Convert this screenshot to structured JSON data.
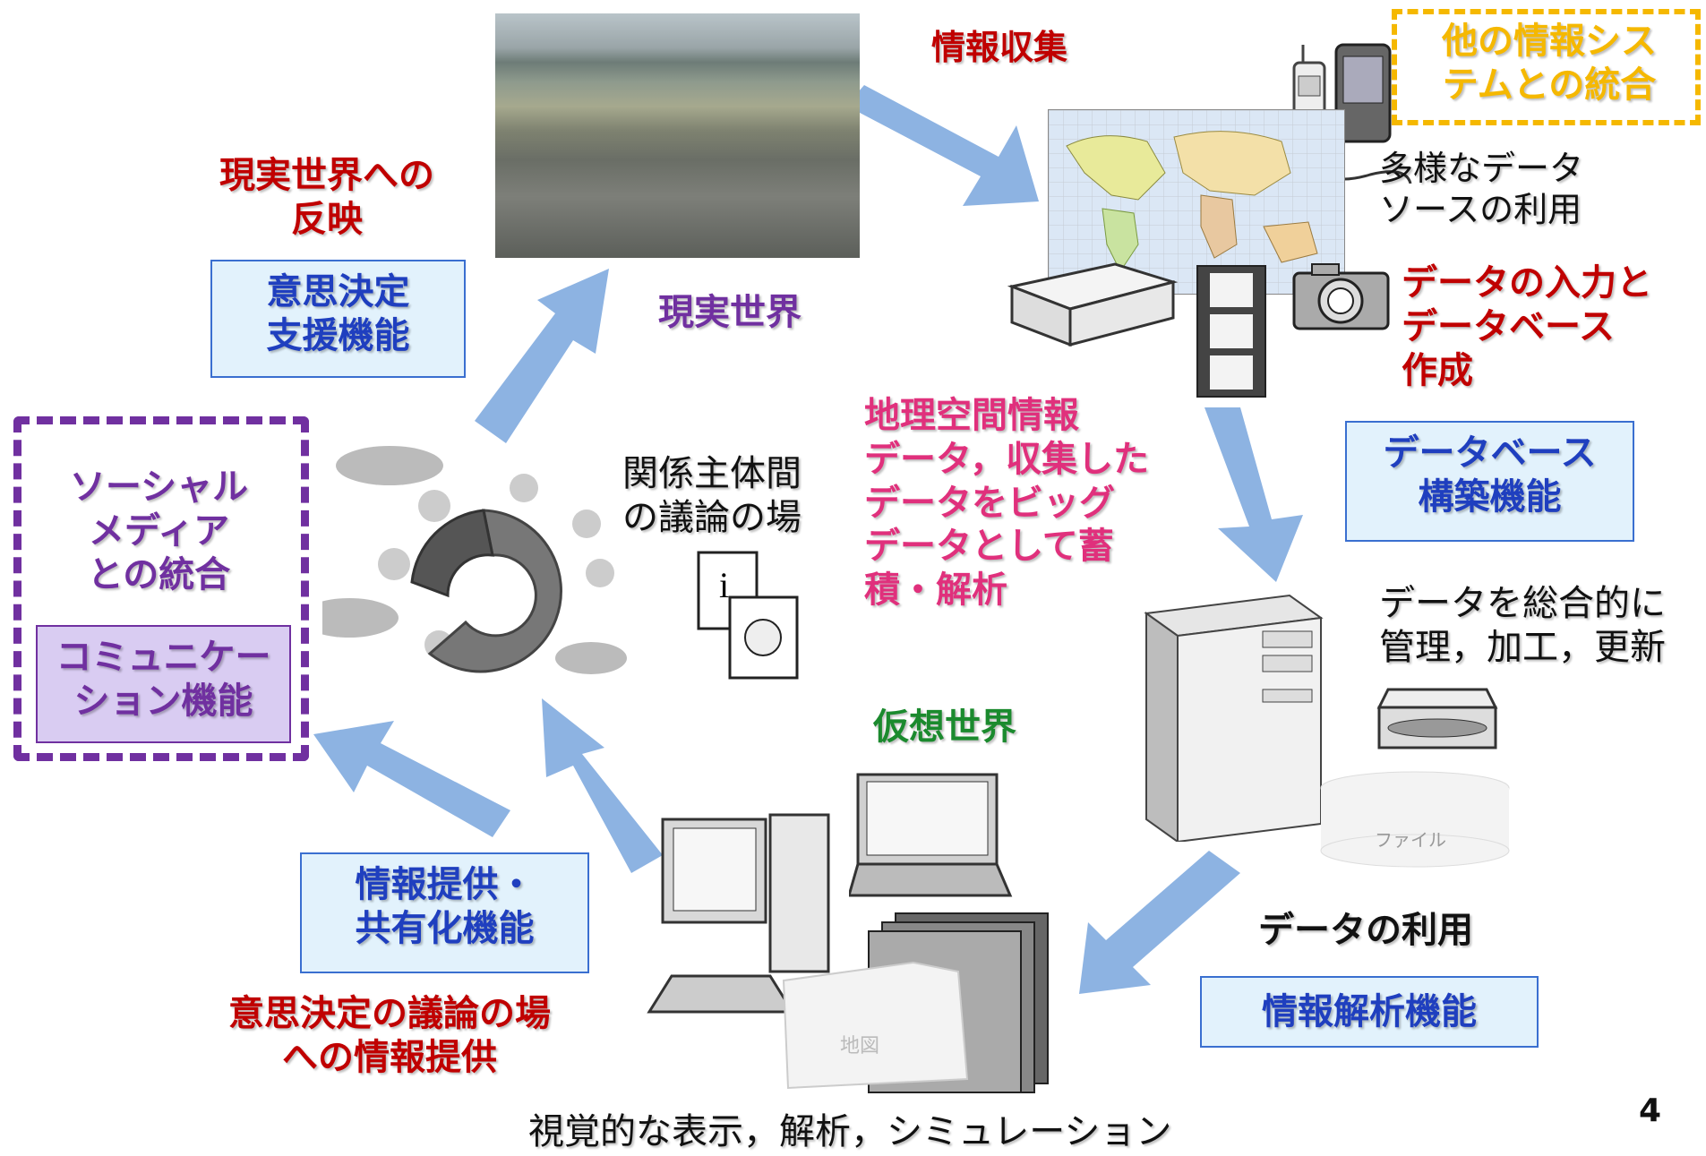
{
  "labels": {
    "real_world_reflection": "現実世界への\n反映",
    "real_world": "現実世界",
    "info_collection": "情報収集",
    "other_systems": "他の情報シス\nテムとの統合",
    "diverse_sources": "多様なデータ\nソースの利用",
    "data_input": "データの入力と\nデータベース\n作成",
    "geo_data": "地理空間情報\nデータ，収集した\nデータをビッグ\nデータとして蓄\n積・解析",
    "stakeholders": "関係主体間\nの議論の場",
    "social_media": "ソーシャル\nメディア\nとの統合",
    "manage": "データを総合的に\n管理，加工，更新",
    "virtual_world": "仮想世界",
    "data_use": "データの利用",
    "decision_info": "意思決定の議論の場\nへの情報提供",
    "visual": "視覚的な表示，解析，シミュレーション",
    "file": "ファイル",
    "map": "地図",
    "page_number": "4"
  },
  "boxes": {
    "decision_support": "意思決定\n支援機能",
    "communication": "コミュニケー\nション機能",
    "database": "データベース\n構築機能",
    "info_sharing": "情報提供・\n共有化機能",
    "analysis": "情報解析機能"
  },
  "colors": {
    "red": "#c00000",
    "purple": "#7030a0",
    "blue_text": "#1f3fbf",
    "green": "#1b8a2e",
    "pink": "#e0307c",
    "arrow": "#8db3e2",
    "box_fill": "#e2f2fc",
    "dash_orange": "#f5b800",
    "dash_purple": "#7030a0"
  }
}
